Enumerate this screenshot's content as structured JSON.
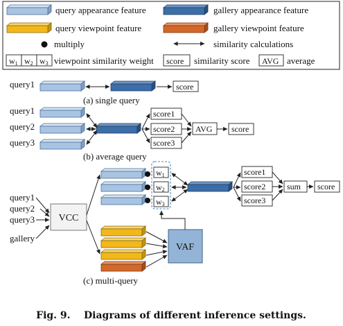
{
  "legend": {
    "query_appearance": "query appearance feature",
    "gallery_appearance": "gallery appearance feature",
    "query_viewpoint": "query viewpoint feature",
    "gallery_viewpoint": "gallery viewpoint feature",
    "multiply": "multiply",
    "similarity_calc": "similarity calculations",
    "w1": "w",
    "w1_sub": "1",
    "w2": "w",
    "w2_sub": "2",
    "w3": "w",
    "w3_sub": "3",
    "viewpoint_weight": "viewpoint similarity weight",
    "score_box": "score",
    "similarity_score": "similarity score",
    "avg_box": "AVG",
    "average": "average"
  },
  "panel_a": {
    "query": "query1",
    "score": "score",
    "caption": "(a) single query"
  },
  "panel_b": {
    "queries": [
      "query1",
      "query2",
      "query3"
    ],
    "scores": [
      "score1",
      "score2",
      "score3"
    ],
    "avg": "AVG",
    "score": "score",
    "caption": "(b) average query"
  },
  "panel_c": {
    "inputs": [
      "query1",
      "query2",
      "query3",
      "gallery"
    ],
    "vcc": "VCC",
    "vaf": "VAF",
    "weights": [
      {
        "w": "w",
        "sub": "1"
      },
      {
        "w": "w",
        "sub": "2"
      },
      {
        "w": "w",
        "sub": "3"
      }
    ],
    "scores": [
      "score1",
      "score2",
      "score3"
    ],
    "sum": "sum",
    "score": "score",
    "caption": "(c) multi-query"
  },
  "figure_caption": "Fig. 9.    Diagrams of different inference settings.",
  "colors": {
    "query_appearance": "#a9c4e2",
    "gallery_appearance": "#3c6ea8",
    "query_viewpoint": "#f2b81a",
    "gallery_viewpoint": "#d2682a",
    "vaf_fill": "#93b4d6",
    "vcc_fill": "#f3f3f3",
    "dashed": "#4f86c6"
  }
}
